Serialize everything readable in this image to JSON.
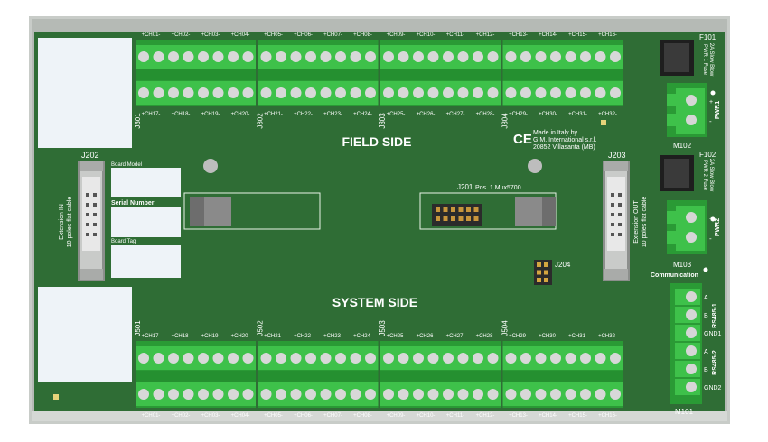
{
  "field_side_label": "FIELD SIDE",
  "system_side_label": "SYSTEM SIDE",
  "field_connectors": [
    {
      "ref": "J301",
      "top": [
        "+CH01-",
        "+CH02-",
        "+CH03-",
        "+CH04-"
      ],
      "bottom": [
        "+CH17-",
        "+CH18-",
        "+CH19-",
        "+CH20-"
      ]
    },
    {
      "ref": "J302",
      "top": [
        "+CH05-",
        "+CH06-",
        "+CH07-",
        "+CH08-"
      ],
      "bottom": [
        "+CH21-",
        "+CH22-",
        "+CH23-",
        "+CH24-"
      ]
    },
    {
      "ref": "J303",
      "top": [
        "+CH09-",
        "+CH10-",
        "+CH11-",
        "+CH12-"
      ],
      "bottom": [
        "+CH25-",
        "+CH26-",
        "+CH27-",
        "+CH28-"
      ]
    },
    {
      "ref": "J304",
      "top": [
        "+CH13-",
        "+CH14-",
        "+CH15-",
        "+CH16-"
      ],
      "bottom": [
        "+CH29-",
        "+CH30-",
        "+CH31-",
        "+CH32-"
      ]
    }
  ],
  "system_connectors": [
    {
      "ref": "J501",
      "top": [
        "+CH17-",
        "+CH18-",
        "+CH19-",
        "+CH20-"
      ],
      "bottom": [
        "+CH01-",
        "+CH02-",
        "+CH03-",
        "+CH04-"
      ]
    },
    {
      "ref": "J502",
      "top": [
        "+CH21-",
        "+CH22-",
        "+CH23-",
        "+CH24-"
      ],
      "bottom": [
        "+CH05-",
        "+CH06-",
        "+CH07-",
        "+CH08-"
      ]
    },
    {
      "ref": "J503",
      "top": [
        "+CH25-",
        "+CH26-",
        "+CH27-",
        "+CH28-"
      ],
      "bottom": [
        "+CH09-",
        "+CH10-",
        "+CH11-",
        "+CH12-"
      ]
    },
    {
      "ref": "J504",
      "top": [
        "+CH29-",
        "+CH30-",
        "+CH31-",
        "+CH32-"
      ],
      "bottom": [
        "+CH13-",
        "+CH14-",
        "+CH15-",
        "+CH16-"
      ]
    }
  ],
  "j202": {
    "ref": "J202",
    "caption_1": "Extension IN",
    "caption_2": "10 poles flat cable"
  },
  "j203": {
    "ref": "J203",
    "caption_1": "Extension OUT",
    "caption_2": "10 poles flat cable"
  },
  "labels": {
    "board_model": "Board Model",
    "serial_number": "Serial Number",
    "board_tag": "Board Tag"
  },
  "ce_mark": "CE",
  "maker": {
    "line1": "Made in Italy by",
    "line2": "G.M. International s.r.l.",
    "line3": "20852 Villasanta (MB)"
  },
  "j201": {
    "ref": "J201",
    "pos": "Pos. 1 Mux5700"
  },
  "j204": {
    "ref": "J204"
  },
  "f101": {
    "ref": "F101",
    "line1": "PWR 1 Fuse",
    "line2": "2A Slow Blow"
  },
  "f102": {
    "ref": "F102",
    "line1": "PWR 2 Fuse",
    "line2": "2A Slow Blow"
  },
  "m102": {
    "ref": "M102",
    "name": "PWR1",
    "plus": "+",
    "minus": "-"
  },
  "m103": {
    "ref": "M103",
    "name": "PWR2",
    "plus": "+",
    "minus": "-"
  },
  "communication": "Communication",
  "m101": {
    "ref": "M101",
    "group1": "RS485-1",
    "group2": "RS485-2",
    "pins": [
      "A",
      "B",
      "GND1",
      "A",
      "B",
      "GND2"
    ]
  },
  "colors": {
    "pcb": "#2f6d35",
    "terminal_green": "#3ec14a",
    "terminal_dark": "#2a9a35",
    "frame": "#c8ccc8"
  }
}
